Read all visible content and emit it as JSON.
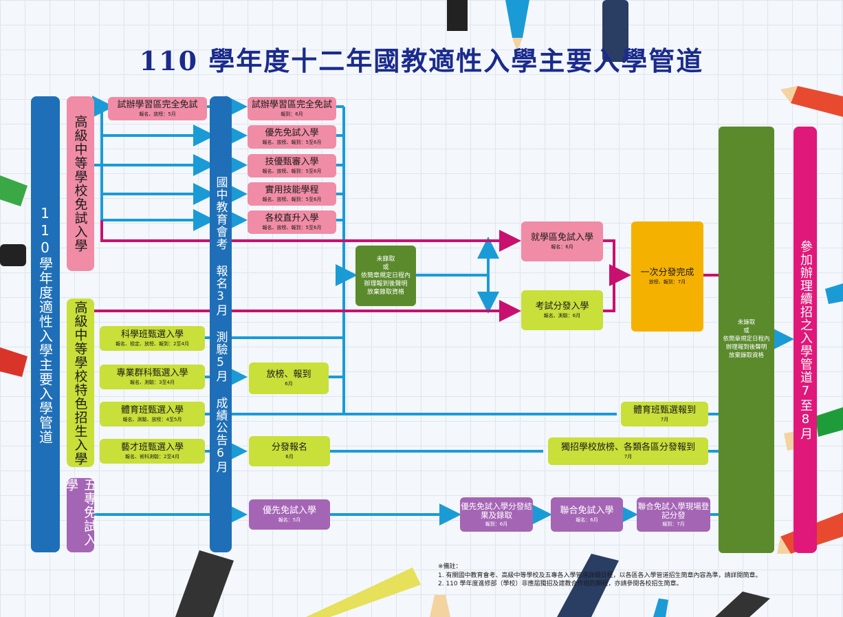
{
  "title": "110 學年度十二年國教適性入學主要入學管道",
  "left_bar": "110學年度適性入學主要入學管道",
  "group_free": "高級中等學校免試入學",
  "group_special": "高級中等學校特色招生入學",
  "group_five": "五專免試入學",
  "exam_bar": "國中教育會考 報名3月 測驗5月 成績公告6月",
  "free_left": {
    "title": "試辦學習區完全免試",
    "sub": "報名、放榜：5月"
  },
  "free_routes": [
    {
      "title": "試辦學習區完全免試",
      "sub": "報到：6月"
    },
    {
      "title": "優先免試入學",
      "sub": "報名、放榜、報到：5至6月"
    },
    {
      "title": "技優甄審入學",
      "sub": "報名、放榜、報到：5至6月"
    },
    {
      "title": "實用技能學程",
      "sub": "報名、放榜、報到：5至6月"
    },
    {
      "title": "各校直升入學",
      "sub": "報名、放榜、報到：5至6月"
    }
  ],
  "special_routes": [
    {
      "title": "科學班甄選入學",
      "sub": "報名、檢定、放榜、報到：2至4月"
    },
    {
      "title": "專業群科甄選入學",
      "sub": "報名、測驗：3至4月"
    },
    {
      "title": "體育班甄選入學",
      "sub": "報名、測驗、放榜：4至5月"
    },
    {
      "title": "藝才班甄選入學",
      "sub": "報名、術科測驗：2至4月"
    }
  ],
  "unadmitted_1": [
    "未錄取",
    "或",
    "依簡章規定日程內",
    "辦理報到後聲明",
    "放棄錄取資格"
  ],
  "district_free": {
    "title": "就學區免試入學",
    "sub": "報名：6月"
  },
  "exam_dist": {
    "title": "考試分發入學",
    "sub": "報名、測驗：6月"
  },
  "one_time": {
    "title": "一次分發完成",
    "sub": "放榜、報到：7月"
  },
  "release": {
    "title": "放榜、報到",
    "sub": "6月"
  },
  "sports_report": {
    "title": "體育班甄選報到",
    "sub": "7月"
  },
  "dist_reg": {
    "title": "分發報名",
    "sub": "6月"
  },
  "indep": {
    "title": "獨招學校放榜、各類各區分發報到",
    "sub": "7月"
  },
  "five_routes": [
    {
      "title": "優先免試入學",
      "sub": "報名：5月"
    },
    {
      "title": "優先免試入學分發結果及錄取",
      "sub": "報到：6月"
    },
    {
      "title": "聯合免試入學",
      "sub": "報名：6月"
    },
    {
      "title": "聯合免試入學現場登記分發",
      "sub": "報到：7月"
    }
  ],
  "unadmitted_2": [
    "未錄取",
    "或",
    "依簡章規定日程內",
    "辦理報到後聲明",
    "放棄錄取資格"
  ],
  "right_bar": "參加辦理續招之入學管道7至8月",
  "notes": [
    "※備註：",
    "1. 有關國中教育會考、高級中等學校及五專各入學管道詳細日程，以各區各入學管道招生簡章內容為準，請詳閱簡章。",
    "2. 110 學年度進修部（學校）非應屆獨招及建教合作班的期程，亦請參閱各校招生簡章。"
  ],
  "colors": {
    "blue": "#1e6fb8",
    "magenta": "#c8106e",
    "pink": "#f08ca5",
    "lime": "#c9df3a",
    "purple": "#a565b5",
    "green": "#5a8a2c",
    "orange": "#f5b100"
  }
}
